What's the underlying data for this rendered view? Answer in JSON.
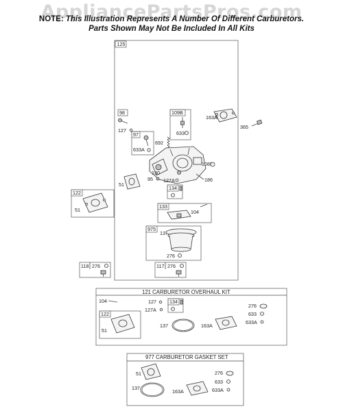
{
  "watermark": "AppliancePartsPros.com",
  "note": {
    "line1_lead": "NOTE:",
    "line1_rest": " This Illustration Represents A Number Of Different Carburetors.",
    "line2": "Parts Shown May Not Be Included In All Kits"
  },
  "main": {
    "box_label": "125",
    "parts": {
      "p98": "98",
      "p127": "127",
      "p109B": "109B",
      "p633_top": "633",
      "p163A": "163A",
      "p365": "365",
      "p97": "97",
      "p692": "692",
      "p633A": "633A",
      "p108B": "108B",
      "p130": "130",
      "p95": "95",
      "p127A": "127A",
      "p186": "186",
      "p51": "51",
      "p134": "134",
      "p133": "133",
      "p104": "104",
      "p975": "975",
      "p137": "137",
      "p276": "276",
      "p122": "122",
      "p51b": "51",
      "p118": "118",
      "p276b": "276",
      "p117": "117",
      "p276c": "276"
    }
  },
  "kit121": {
    "title": "121 CARBURETOR OVERHAUL KIT",
    "parts": {
      "p104": "104",
      "p127": "127",
      "p127A": "127A",
      "p134": "134",
      "p276": "276",
      "p633": "633",
      "p633A": "633A",
      "p122": "122",
      "p51": "51",
      "p137": "137",
      "p163A": "163A"
    }
  },
  "kit977": {
    "title": "977 CARBURETOR GASKET SET",
    "parts": {
      "p51": "51",
      "p276": "276",
      "p633": "633",
      "p137": "137",
      "p163A": "163A",
      "p633A": "633A"
    }
  }
}
